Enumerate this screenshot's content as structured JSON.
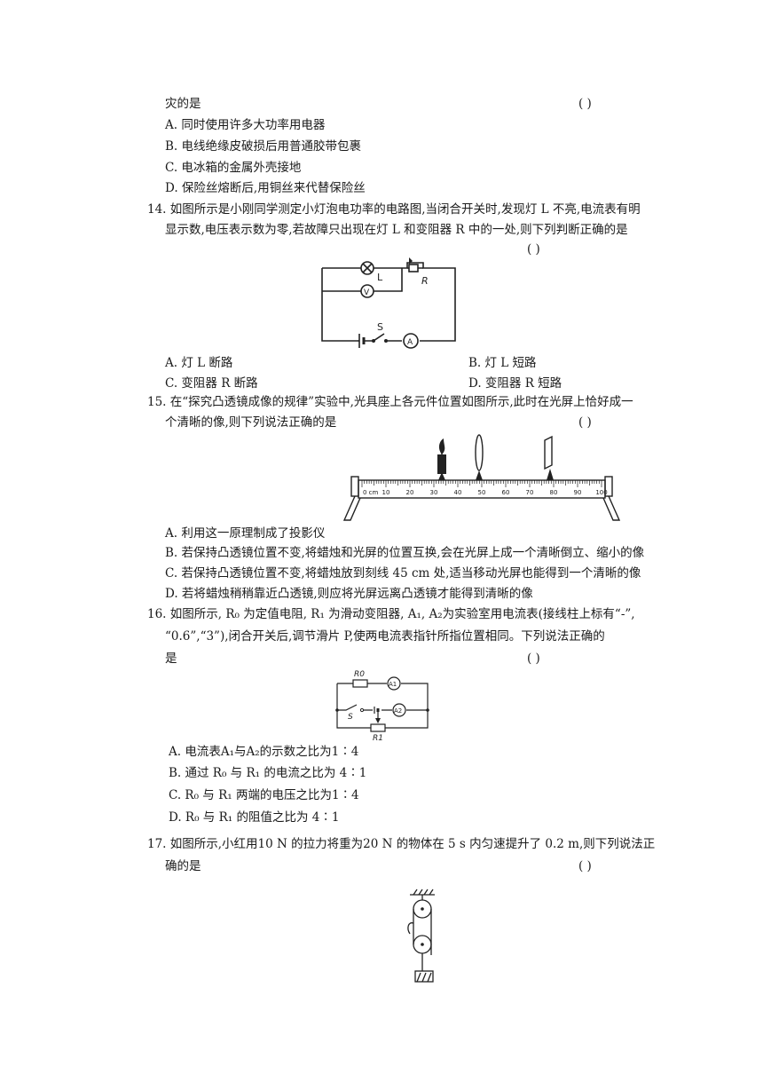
{
  "q13": {
    "tail": "灾的是",
    "paren": "(      )",
    "options": [
      "A. 同时使用许多大功率用电器",
      "B. 电线绝缘皮破损后用普通胶带包裹",
      "C. 电冰箱的金属外壳接地",
      "D. 保险丝熔断后,用铜丝来代替保险丝"
    ]
  },
  "q14": {
    "line1": "14. 如图所示是小刚同学测定小灯泡电功率的电路图,当闭合开关时,发现灯 L 不亮,电流表有明",
    "line2": "显示数,电压表示数为零,若故障只出现在灯 L 和变阻器 R 中的一处,则下列判断正确的是",
    "paren": "(      )",
    "fig_labels": {
      "L": "L",
      "R": "R",
      "S": "S",
      "V": "V",
      "A": "A"
    },
    "options": [
      "A. 灯 L 断路",
      "B. 灯 L 短路",
      "C. 变阻器 R 断路",
      "D. 变阻器 R 短路"
    ]
  },
  "q15": {
    "line1": "15. 在“探究凸透镜成像的规律”实验中,光具座上各元件位置如图所示,此时在光屏上恰好成一",
    "line2": "个清晰的像,则下列说法正确的是",
    "paren": "(      )",
    "ruler_labels": [
      "0 cm",
      "10",
      "20",
      "30",
      "40",
      "50",
      "60",
      "70",
      "80",
      "90",
      "100"
    ],
    "options": [
      "A. 利用这一原理制成了投影仪",
      "B. 若保持凸透镜位置不变,将蜡烛和光屏的位置互换,会在光屏上成一个清晰倒立、缩小的像",
      "C. 若保持凸透镜位置不变,将蜡烛放到刻线 45 cm 处,适当移动光屏也能得到一个清晰的像",
      "D. 若将蜡烛稍稍靠近凸透镜,则应将光屏远离凸透镜才能得到清晰的像"
    ]
  },
  "q16": {
    "line1": "16. 如图所示, R₀ 为定值电阻, R₁ 为滑动变阻器, A₁, A₂为实验室用电流表(接线柱上标有“-”,",
    "line2": "“0.6”,“3”),闭合开关后,调节滑片 P,使两电流表指针所指位置相同。下列说法正确的",
    "line3": "是",
    "paren": "(      )",
    "fig_labels": {
      "R0": "R0",
      "R1": "R1",
      "S": "S",
      "A1": "A1",
      "A2": "A2"
    },
    "options": [
      "A. 电流表A₁与A₂的示数之比为1∶4",
      "B. 通过 R₀ 与 R₁ 的电流之比为 4∶1",
      "C. R₀ 与 R₁ 两端的电压之比为1∶4",
      "D. R₀ 与 R₁ 的阻值之比为 4∶1"
    ]
  },
  "q17": {
    "line1": "17. 如图所示,小红用10 N 的拉力将重为20 N 的物体在 5 s 内匀速提升了 0.2 m,则下列说法正",
    "line2": "确的是",
    "paren": "(      )"
  }
}
